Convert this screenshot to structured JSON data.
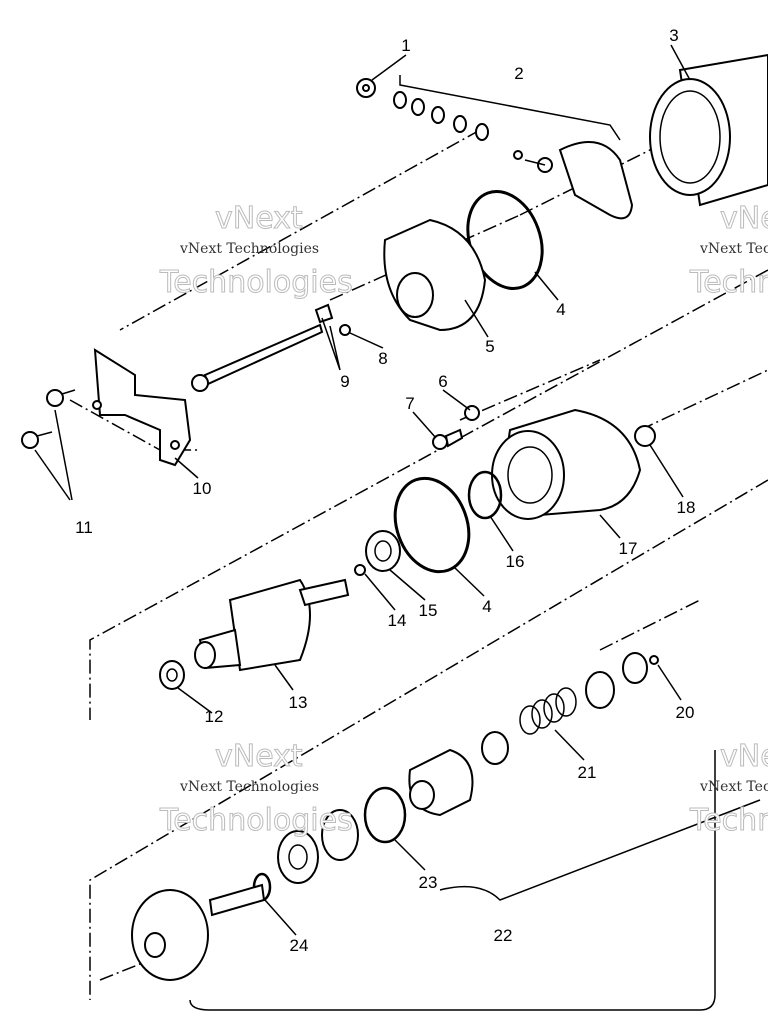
{
  "diagram": {
    "title": "Starter motor exploded view",
    "callouts": [
      "1",
      "2",
      "3",
      "4",
      "5",
      "8",
      "9",
      "6",
      "7",
      "18",
      "17",
      "16",
      "4",
      "14",
      "15",
      "11",
      "10",
      "13",
      "12",
      "20",
      "21",
      "23",
      "22",
      "24"
    ]
  },
  "watermark": {
    "line1": "vNext",
    "line2": "Technologies",
    "caption": "vNext Technologies"
  }
}
